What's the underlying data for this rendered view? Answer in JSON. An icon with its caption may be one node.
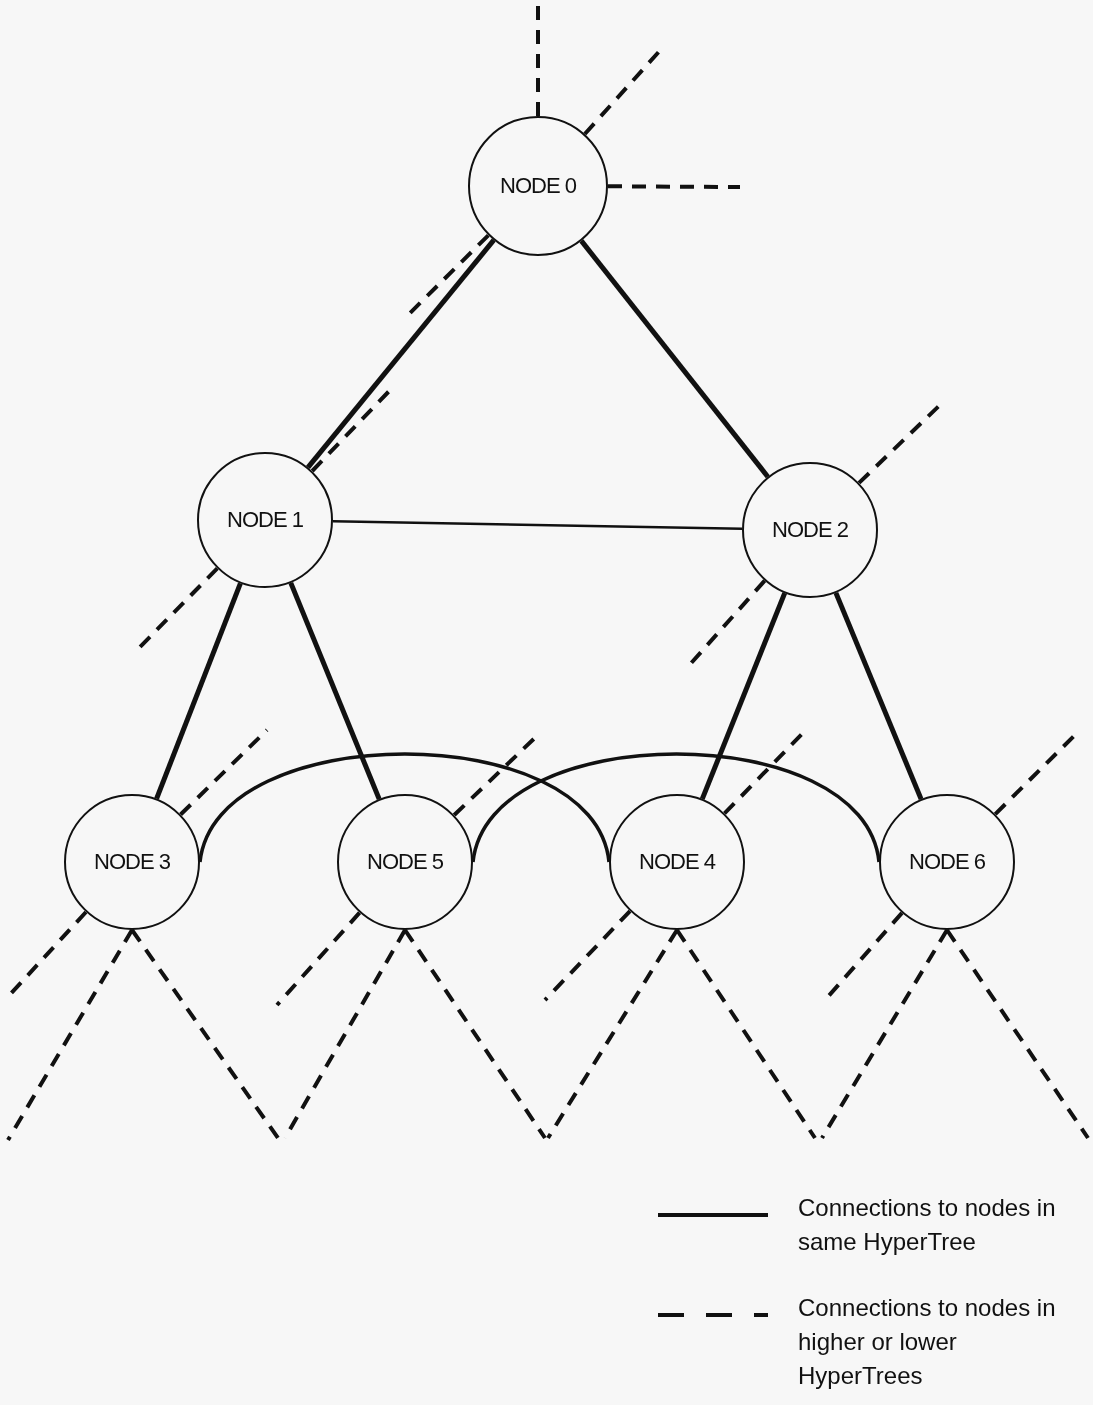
{
  "diagram": {
    "nodes": [
      {
        "text": [
          "NODE 0"
        ]
      },
      {
        "text": [
          "NODE 1"
        ]
      },
      {
        "text": [
          "NODE 2"
        ]
      },
      {
        "text": [
          "NODE 3"
        ]
      },
      {
        "text": [
          "NODE 5"
        ]
      },
      {
        "text": [
          "NODE 4"
        ]
      },
      {
        "text": [
          "NODE 6"
        ]
      }
    ],
    "edges": [
      {
        "from": 0,
        "to": 1,
        "arrow": "none"
      },
      {
        "from": 0,
        "to": 2,
        "arrow": "none"
      },
      {
        "from": 1,
        "to": 2,
        "arrow": "none"
      },
      {
        "from": 1,
        "to": 3,
        "arrow": "none"
      },
      {
        "from": 1,
        "to": 4,
        "arrow": "none"
      },
      {
        "from": 2,
        "to": 5,
        "arrow": "none"
      },
      {
        "from": 2,
        "to": 6,
        "arrow": "none"
      },
      {
        "from": 3,
        "to": 5,
        "arrow": "none"
      },
      {
        "from": 4,
        "to": 6,
        "arrow": "none"
      },
      {
        "from": 0,
        "to": null,
        "arrow": "none",
        "style": "dashed"
      },
      {
        "from": 0,
        "to": null,
        "arrow": "none",
        "style": "dashed"
      },
      {
        "from": 0,
        "to": null,
        "arrow": "none",
        "style": "dashed"
      },
      {
        "from": 0,
        "to": null,
        "arrow": "none",
        "style": "dashed"
      },
      {
        "from": 1,
        "to": null,
        "arrow": "none",
        "style": "dashed"
      },
      {
        "from": 1,
        "to": null,
        "arrow": "none",
        "style": "dashed"
      },
      {
        "from": 2,
        "to": null,
        "arrow": "none",
        "style": "dashed"
      },
      {
        "from": 2,
        "to": null,
        "arrow": "none",
        "style": "dashed"
      },
      {
        "from": 3,
        "to": null,
        "arrow": "none",
        "style": "dashed"
      },
      {
        "from": 3,
        "to": null,
        "arrow": "none",
        "style": "dashed"
      },
      {
        "from": 3,
        "to": null,
        "arrow": "none",
        "style": "dashed"
      },
      {
        "from": 3,
        "to": null,
        "arrow": "none",
        "style": "dashed"
      },
      {
        "from": 4,
        "to": null,
        "arrow": "none",
        "style": "dashed"
      },
      {
        "from": 4,
        "to": null,
        "arrow": "none",
        "style": "dashed"
      },
      {
        "from": 4,
        "to": null,
        "arrow": "none",
        "style": "dashed"
      },
      {
        "from": 4,
        "to": null,
        "arrow": "none",
        "style": "dashed"
      },
      {
        "from": 5,
        "to": null,
        "arrow": "none",
        "style": "dashed"
      },
      {
        "from": 5,
        "to": null,
        "arrow": "none",
        "style": "dashed"
      },
      {
        "from": 5,
        "to": null,
        "arrow": "none",
        "style": "dashed"
      },
      {
        "from": 5,
        "to": null,
        "arrow": "none",
        "style": "dashed"
      },
      {
        "from": 6,
        "to": null,
        "arrow": "none",
        "style": "dashed"
      },
      {
        "from": 6,
        "to": null,
        "arrow": "none",
        "style": "dashed"
      },
      {
        "from": 6,
        "to": null,
        "arrow": "none",
        "style": "dashed"
      },
      {
        "from": 6,
        "to": null,
        "arrow": "none",
        "style": "dashed"
      }
    ],
    "legend": [
      {
        "text": "Connections to nodes in same HyperTree"
      },
      {
        "text": "Connections to nodes in higher or lower HyperTrees"
      }
    ]
  }
}
